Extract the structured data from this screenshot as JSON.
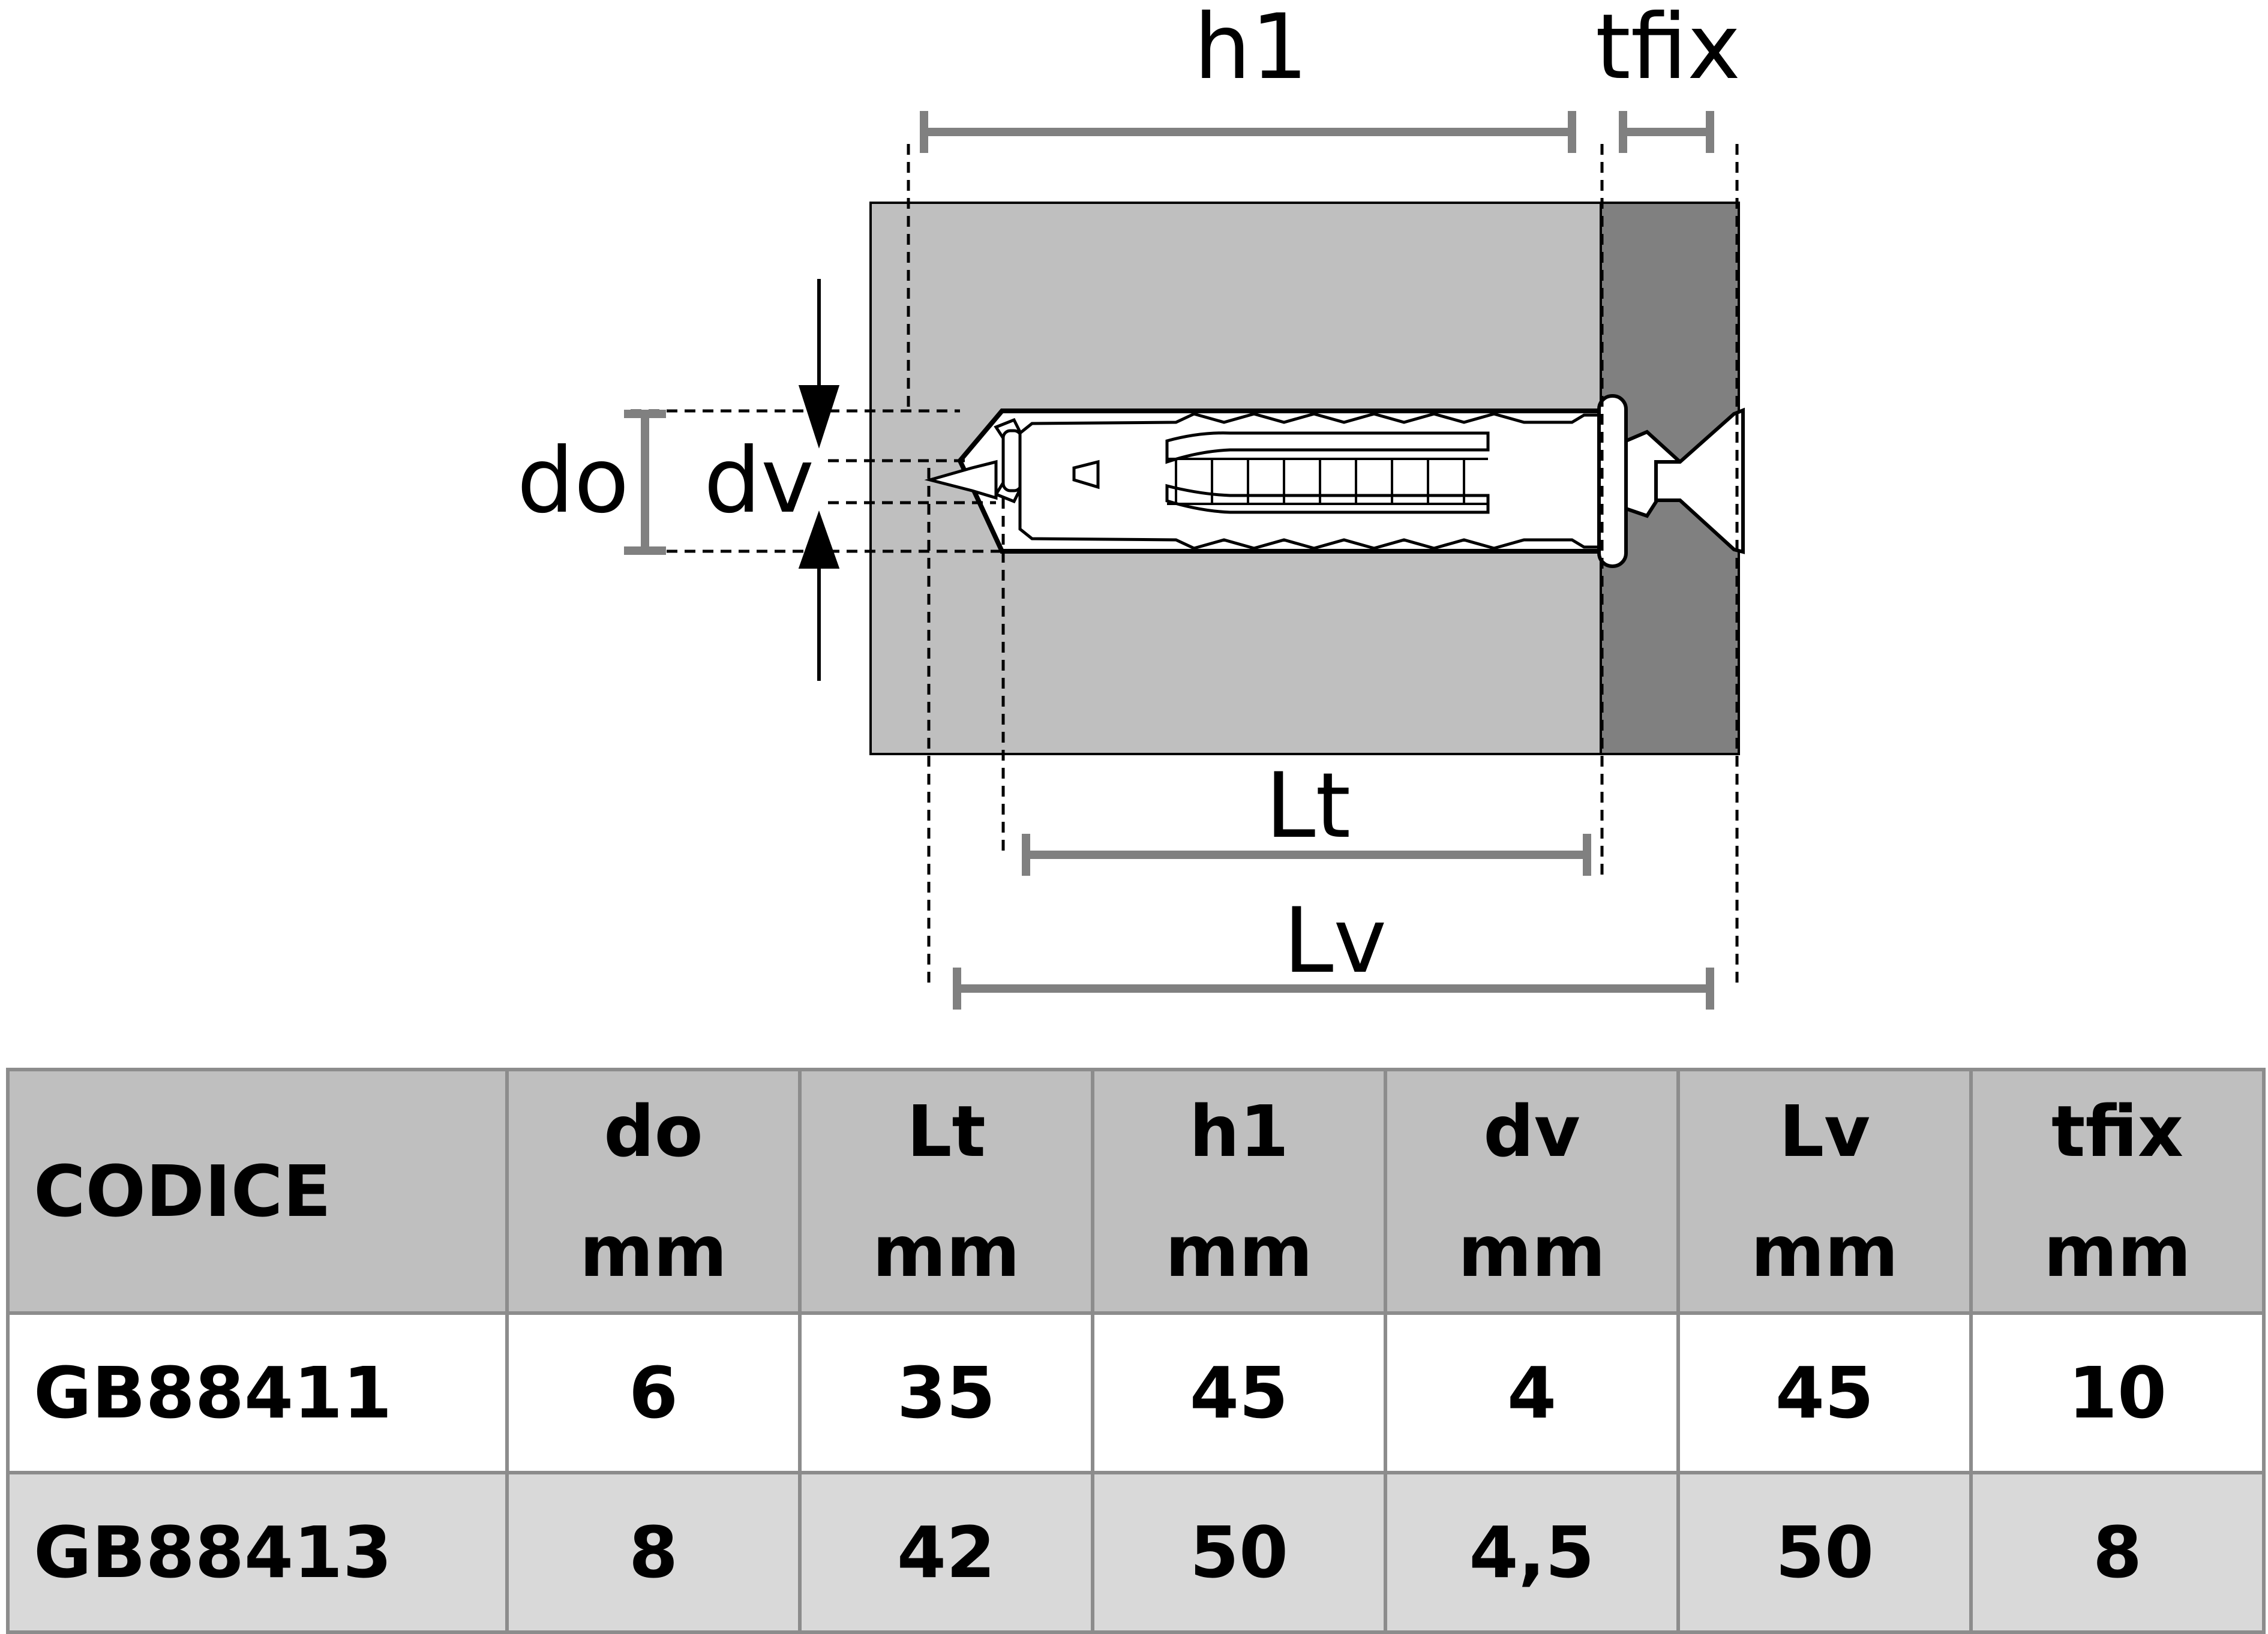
{
  "diagram": {
    "labels": {
      "h1": "h1",
      "tfix": "tfix",
      "do": "do",
      "dv": "dv",
      "lt": "Lt",
      "lv": "Lv"
    },
    "colors": {
      "base_material": "#bfbfbf",
      "fixture": "#808080",
      "dimension_line": "#808080",
      "anchor_fill": "#ffffff",
      "outline": "#000000"
    }
  },
  "table": {
    "columns": [
      {
        "label": "CODICE",
        "unit": ""
      },
      {
        "label": "do",
        "unit": "mm"
      },
      {
        "label": "Lt",
        "unit": "mm"
      },
      {
        "label": "h1",
        "unit": "mm"
      },
      {
        "label": "dv",
        "unit": "mm"
      },
      {
        "label": "Lv",
        "unit": "mm"
      },
      {
        "label": "tfix",
        "unit": "mm"
      }
    ],
    "rows": [
      [
        "GB88411",
        "6",
        "35",
        "45",
        "4",
        "45",
        "10"
      ],
      [
        "GB88413",
        "8",
        "42",
        "50",
        "4,5",
        "50",
        "8"
      ]
    ],
    "colors": {
      "header_bg": "#bfbfbf",
      "row_even_bg": "#d9d9d9",
      "row_odd_bg": "#ffffff",
      "border": "#8c8c8c"
    }
  }
}
